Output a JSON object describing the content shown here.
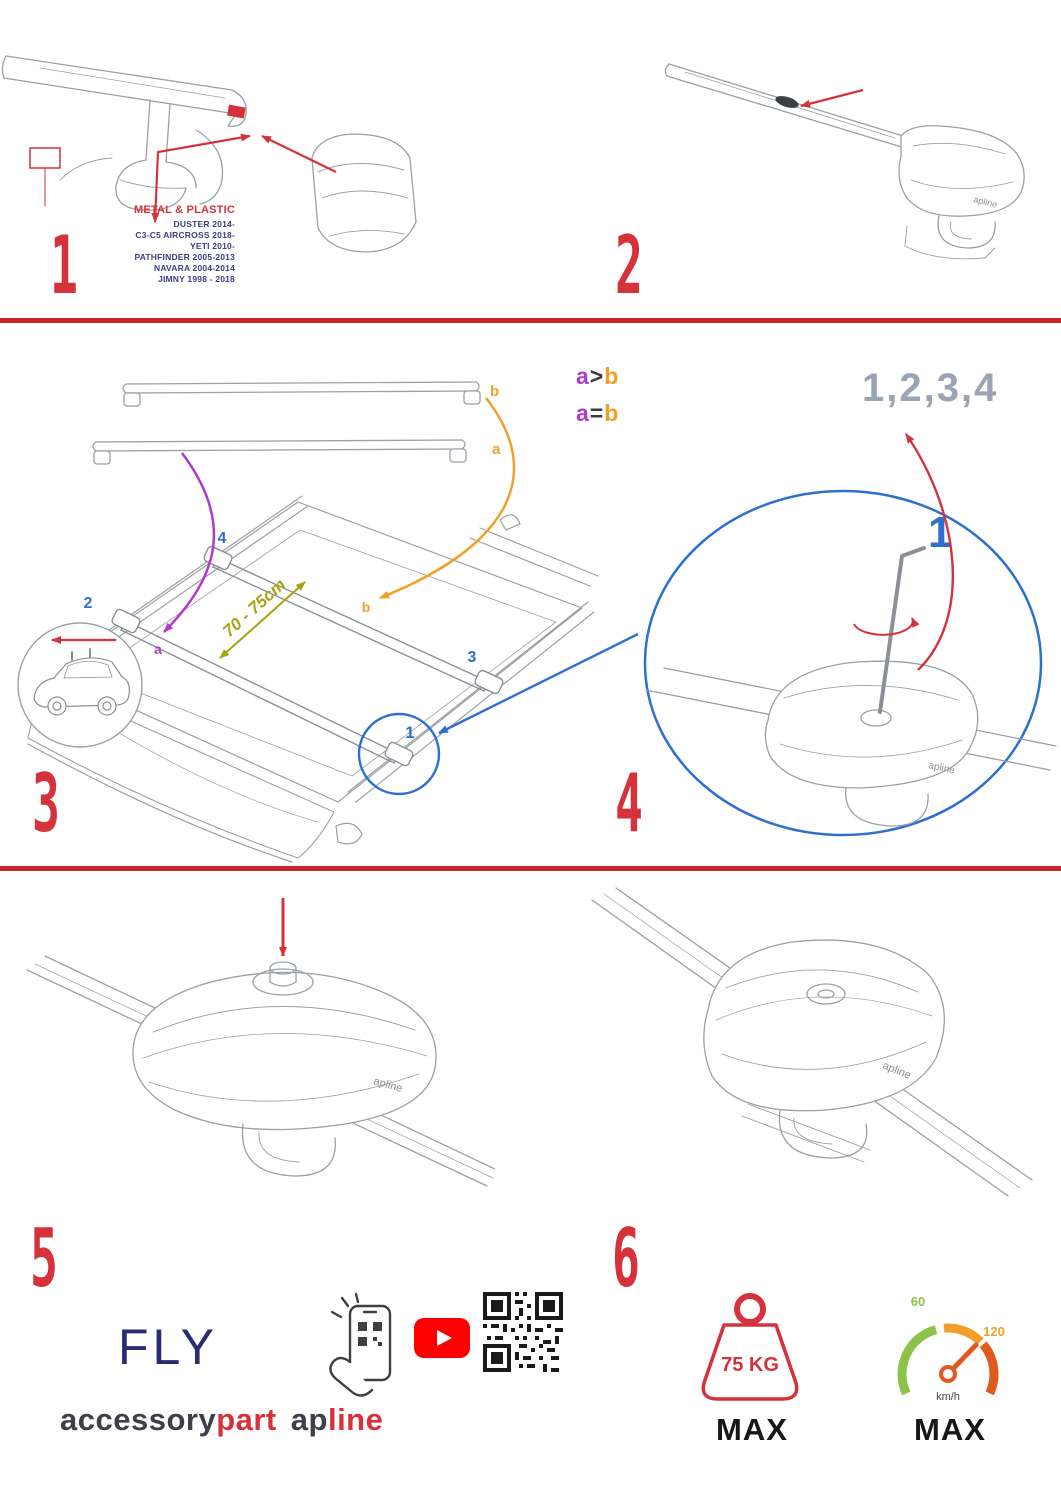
{
  "logo": "apline",
  "step1": {
    "number": "1",
    "material_label": "METAL & PLASTIC",
    "models": [
      "DUSTER 2014-",
      "C3-C5 AIRCROSS 2018-",
      "YETI 2010-",
      "PATHFINDER 2005-2013",
      "NAVARA 2004-2014",
      "JIMNY 1998 - 2018"
    ]
  },
  "step2": {
    "number": "2"
  },
  "step3": {
    "number": "3",
    "legend_a_gt_b": {
      "a": "a",
      "op": ">",
      "b": "b"
    },
    "legend_a_eq_b": {
      "a": "a",
      "op": "=",
      "b": "b"
    },
    "distance_label": "70 - 75cm",
    "bar_label_b": "b",
    "bar_label_a": "a",
    "pos_2": "2",
    "pos_4": "4",
    "pos_3": "3",
    "pos_b": "b",
    "pos_a": "a",
    "pos_1": "1"
  },
  "step4": {
    "number": "4",
    "sequence_label": "1,2,3,4",
    "step_one_label": "1"
  },
  "step5": {
    "number": "5"
  },
  "step6": {
    "number": "6"
  },
  "footer": {
    "product_name": "FLY",
    "brand_part1": "accessory",
    "brand_part2": "part",
    "brand_part3": "ap",
    "brand_part4": "line",
    "weight_value": "75 KG",
    "weight_max_label": "MAX",
    "speed_min": "60",
    "speed_max": "120",
    "speed_unit": "km/h",
    "speed_max_label": "MAX"
  },
  "colors": {
    "accent_red": "#d5323c",
    "purple": "#b03ad0",
    "orange": "#f0a028",
    "olive": "#a8a312",
    "blue": "#2e6fd0",
    "sequence_gray": "#9aa4b2",
    "navy": "#3d3d80",
    "brand_dark": "#3f3f4c",
    "youtube_red": "#ff0000",
    "speedo_green": "#8bc34a",
    "speedo_orange": "#f0a028"
  }
}
